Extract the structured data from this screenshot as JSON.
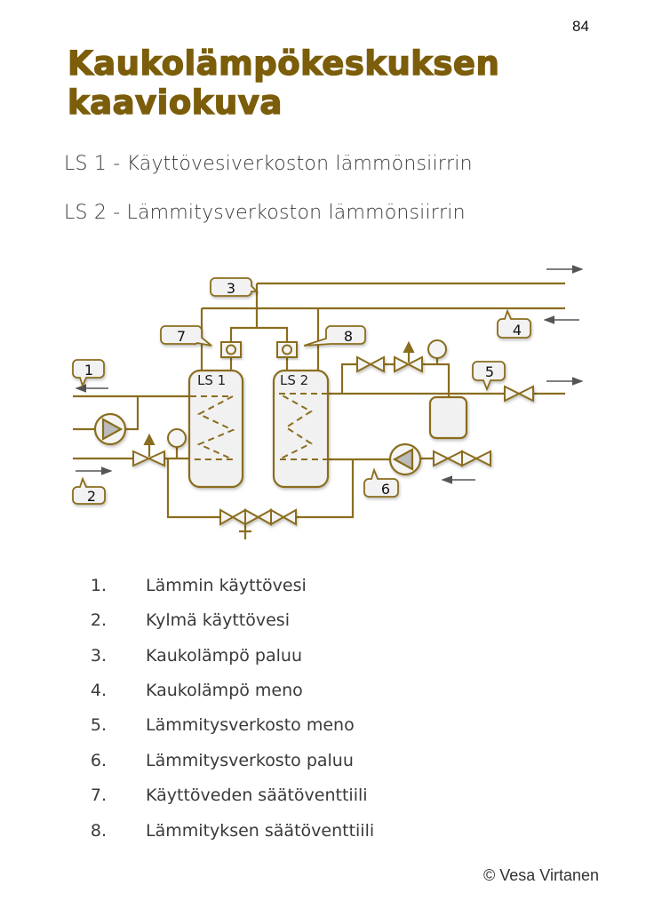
{
  "page_number": "84",
  "title_line1": "Kaukolämpökeskuksen",
  "title_line2": "kaaviokuva",
  "subtitles": [
    "LS 1  - Käyttövesiverkoston lämmönsiirrin",
    "LS 2 - Lämmitysverkoston lämmönsiirrin"
  ],
  "diagram": {
    "tank_labels": [
      "LS 1",
      "LS 2"
    ],
    "callouts": [
      "1",
      "2",
      "3",
      "4",
      "5",
      "6",
      "7",
      "8"
    ],
    "colors": {
      "pipe": "#8a6d1e",
      "tank_fill": "#f1f1f1",
      "arrow": "#555555"
    }
  },
  "legend": [
    {
      "num": "1.",
      "text": "Lämmin käyttövesi"
    },
    {
      "num": "2.",
      "text": "Kylmä käyttövesi"
    },
    {
      "num": "3.",
      "text": "Kaukolämpö paluu"
    },
    {
      "num": "4.",
      "text": "Kaukolämpö meno"
    },
    {
      "num": "5.",
      "text": "Lämmitysverkosto meno"
    },
    {
      "num": "6.",
      "text": "Lämmitysverkosto paluu"
    },
    {
      "num": "7.",
      "text": "Käyttöveden säätöventtiili"
    },
    {
      "num": "8.",
      "text": "Lämmityksen säätöventtiili"
    }
  ],
  "copyright": "© Vesa Virtanen"
}
